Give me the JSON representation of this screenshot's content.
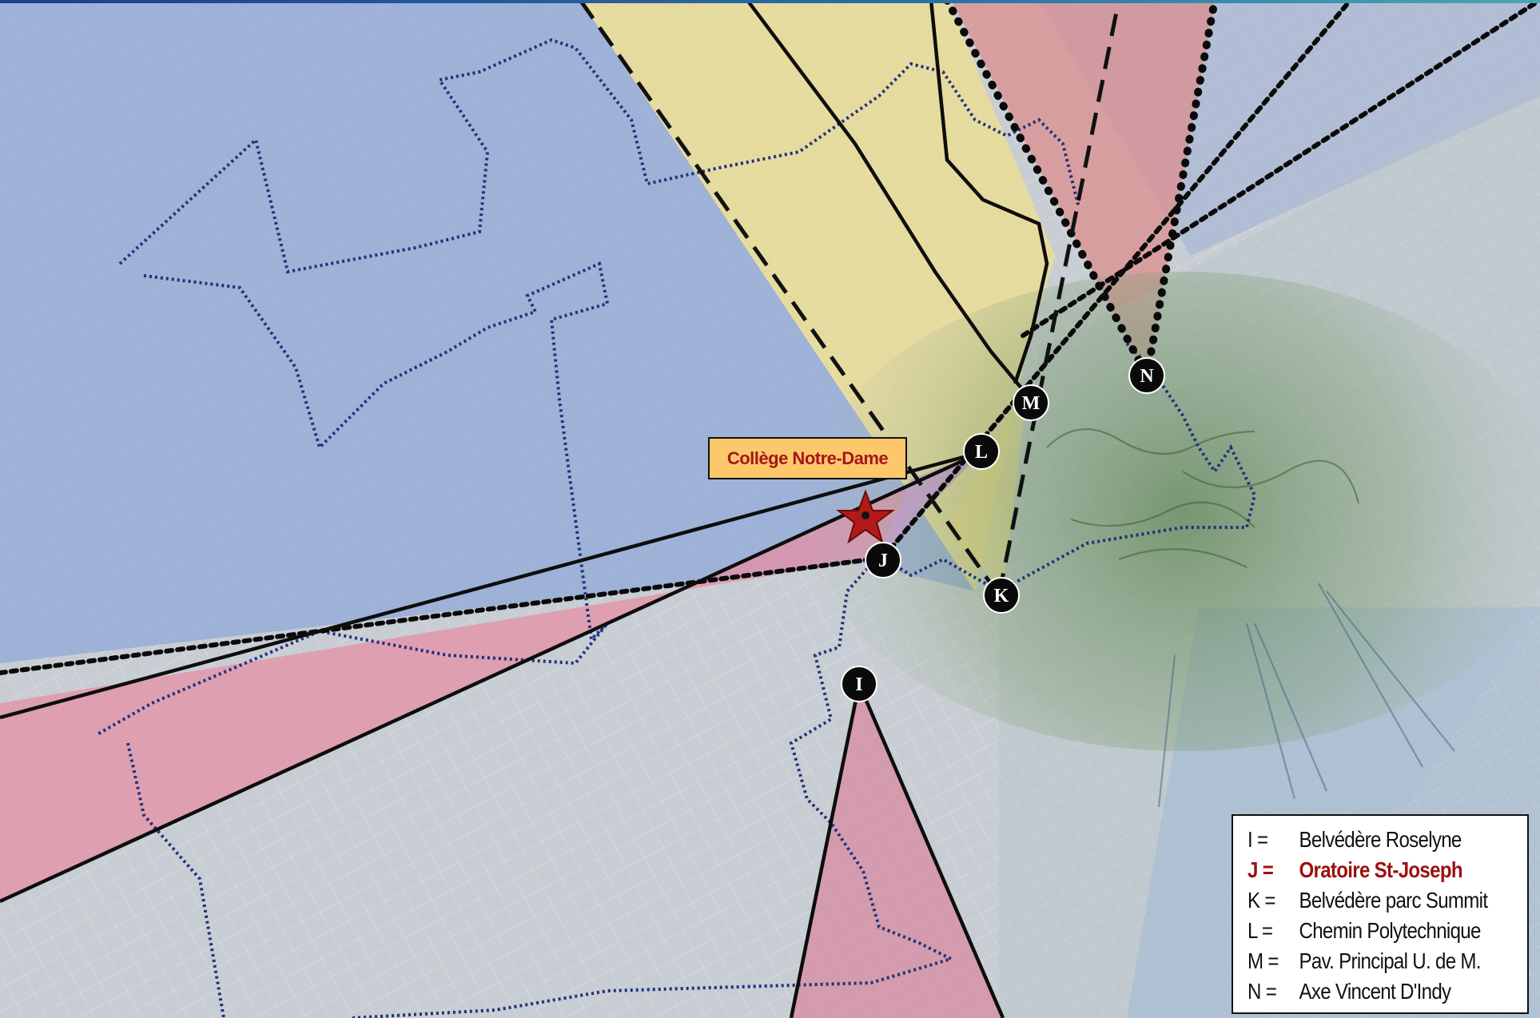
{
  "callout": {
    "label": "Collège Notre-Dame"
  },
  "markers": [
    {
      "id": "I",
      "name": "Belvédère Roselyne"
    },
    {
      "id": "J",
      "name": "Oratoire St-Joseph"
    },
    {
      "id": "K",
      "name": "Belvédère parc Summit"
    },
    {
      "id": "L",
      "name": "Chemin Polytechnique"
    },
    {
      "id": "M",
      "name": "Pav. Principal U. de M."
    },
    {
      "id": "N",
      "name": "Axe Vincent D'Indy"
    }
  ],
  "legend": {
    "rows": [
      {
        "key": "I =",
        "label": "Belvédère Roselyne"
      },
      {
        "key": "J =",
        "label": "Oratoire St-Joseph",
        "highlight": true
      },
      {
        "key": "K =",
        "label": "Belvédère parc Summit"
      },
      {
        "key": "L =",
        "label": "Chemin Polytechnique"
      },
      {
        "key": "M =",
        "label": "Pav. Principal U. de M."
      },
      {
        "key": "N =",
        "label": "Axe Vincent D'Indy"
      }
    ]
  },
  "colors": {
    "blue_zone": "#8fa6d8",
    "yellow_zone": "#f2e08a",
    "pink_zone": "#e58fa5",
    "red_zone": "#de8c8c",
    "purple_zone": "#c59de0",
    "park_green": "#6f8a5a",
    "star": "#b21a1a"
  }
}
